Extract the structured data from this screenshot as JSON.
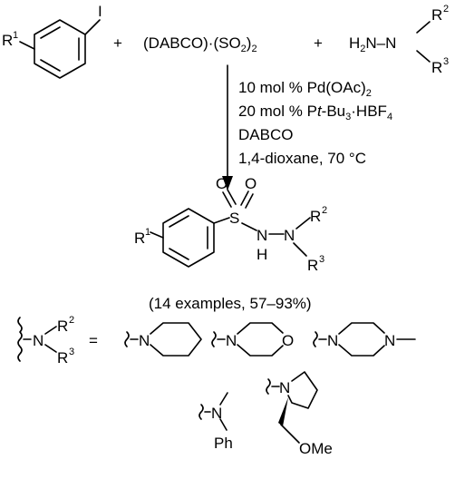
{
  "reaction": {
    "reactant1": {
      "substituent": "R",
      "substituent_index": "1",
      "halogen": "I"
    },
    "plus": "+",
    "reagent": {
      "dabco": "(DABCO)·(SO",
      "sub": "2",
      "close": ")",
      "sub2": "2"
    },
    "reactant3": {
      "h2n": "H",
      "h2n_sub": "2",
      "n_left": "N–N",
      "r2": "R",
      "r2_sup": "2",
      "r3": "R",
      "r3_sup": "3"
    }
  },
  "conditions": {
    "line1_pre": "10 mol % Pd(OAc)",
    "line1_sub": "2",
    "line2_pre": "20 mol % P",
    "line2_italic": "t",
    "line2_mid": "-Bu",
    "line2_sub": "3",
    "line2_post": "·HBF",
    "line2_sub2": "4",
    "line3": "DABCO",
    "line4": "1,4-dioxane, 70 °C"
  },
  "product": {
    "o1": "O",
    "o2": "O",
    "s": "S",
    "n1": "N",
    "h": "H",
    "n2": "N",
    "r1": "R",
    "r1_sup": "1",
    "r2": "R",
    "r2_sup": "2",
    "r3": "R",
    "r3_sup": "3"
  },
  "yield_summary": "(14 examples, 57–93%)",
  "amines": {
    "generic": {
      "n": "N",
      "r2": "R",
      "r2_sup": "2",
      "r3": "R",
      "r3_sup": "3",
      "equals": "="
    },
    "piperidine_n": "N",
    "morpholine_n": "N",
    "morpholine_o": "O",
    "piperazine_n1": "N",
    "piperazine_n2": "N",
    "methylanilino": {
      "n": "N",
      "ph": "Ph"
    },
    "prolinol": {
      "n": "N",
      "ome": "OMe"
    }
  }
}
